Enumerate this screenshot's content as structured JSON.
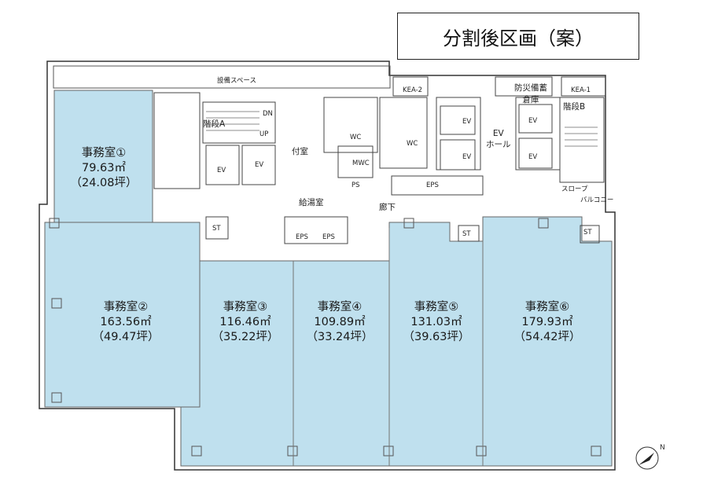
{
  "title": "分割後区画（案）",
  "colors": {
    "office_fill": "#bfe0ee",
    "line": "#333333",
    "bg": "#ffffff"
  },
  "offices": [
    {
      "name": "事務室①",
      "area": "79.63㎡",
      "tsubo": "（24.08坪）"
    },
    {
      "name": "事務室②",
      "area": "163.56㎡",
      "tsubo": "（49.47坪）"
    },
    {
      "name": "事務室③",
      "area": "116.46㎡",
      "tsubo": "（35.22坪）"
    },
    {
      "name": "事務室④",
      "area": "109.89㎡",
      "tsubo": "（33.24坪）"
    },
    {
      "name": "事務室⑤",
      "area": "131.03㎡",
      "tsubo": "（39.63坪）"
    },
    {
      "name": "事務室⑥",
      "area": "179.93㎡",
      "tsubo": "（54.42坪）"
    }
  ],
  "labels": {
    "equipment_space": "設備スペース",
    "stair_a": "階段A",
    "stair_b": "階段B",
    "annex": "付室",
    "kitchen": "給湯室",
    "corridor": "廊下",
    "ev_hall": "EV\nホール",
    "disaster_storage": "防災備蓄\n倉庫",
    "wc_m": "WC",
    "wc_w": "WC",
    "mwc": "MWC",
    "kea1": "KEA-1",
    "kea2": "KEA-2",
    "ev": "EV",
    "ps": "PS",
    "eps": "EPS",
    "st": "ST",
    "dn": "DN",
    "up": "UP",
    "balcony": "バルコニー",
    "slop": "スロープ"
  }
}
